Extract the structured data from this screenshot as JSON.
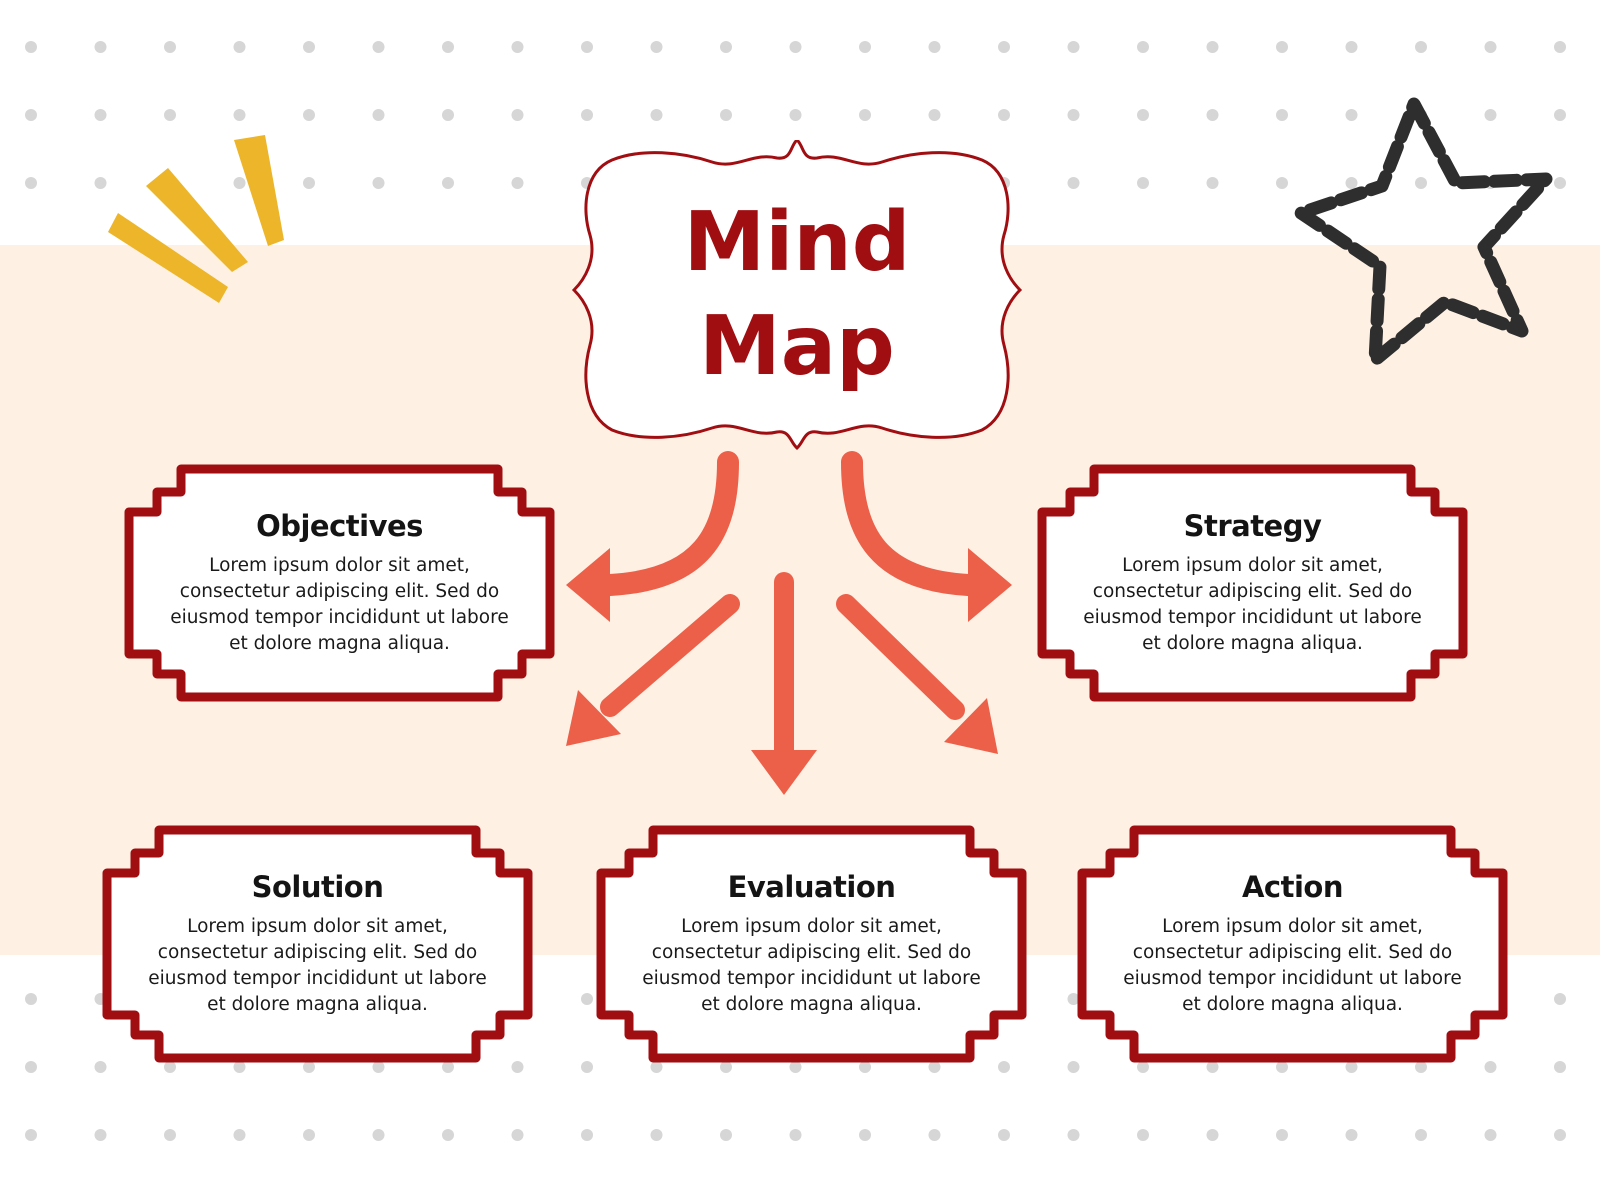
{
  "central": {
    "title": "Mind Map"
  },
  "nodes": [
    {
      "title": "Objectives",
      "body": "Lorem ipsum dolor sit amet, consectetur adipiscing elit. Sed do eiusmod tempor incididunt ut labore et dolore magna aliqua."
    },
    {
      "title": "Strategy",
      "body": "Lorem ipsum dolor sit amet, consectetur adipiscing elit. Sed do eiusmod tempor incididunt ut labore et dolore magna aliqua."
    },
    {
      "title": "Solution",
      "body": "Lorem ipsum dolor sit amet, consectetur adipiscing elit. Sed do eiusmod tempor incididunt ut labore et dolore magna aliqua."
    },
    {
      "title": "Evaluation",
      "body": "Lorem ipsum dolor sit amet, consectetur adipiscing elit. Sed do eiusmod tempor incididunt ut labore et dolore magna aliqua."
    },
    {
      "title": "Action",
      "body": "Lorem ipsum dolor sit amet, consectetur adipiscing elit. Sed do eiusmod tempor incididunt ut labore et dolore magna aliqua."
    }
  ],
  "colors": {
    "background": "#ffffff",
    "band": "#fef1e4",
    "dots": "#d6d6d6",
    "frame": "#a00e12",
    "title_red": "#a00e12",
    "arrow": "#ec604a",
    "sparkle": "#ecb52a",
    "star": "#2e2e2e"
  },
  "icons": [
    "sparkle-icon",
    "star-icon"
  ]
}
